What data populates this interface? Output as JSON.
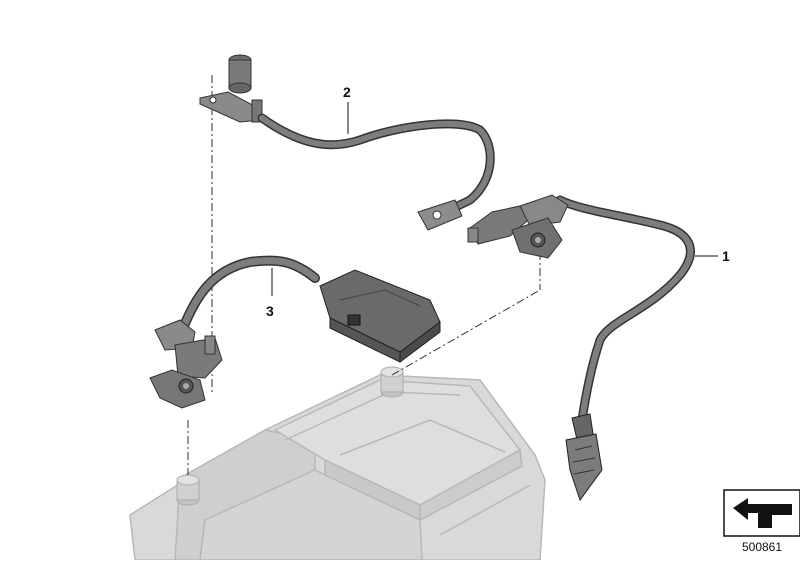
{
  "diagram": {
    "parts": [
      {
        "number": "1"
      },
      {
        "number": "2"
      },
      {
        "number": "3"
      }
    ],
    "reference_number": "500861",
    "icon": "arrow-direction-icon"
  }
}
